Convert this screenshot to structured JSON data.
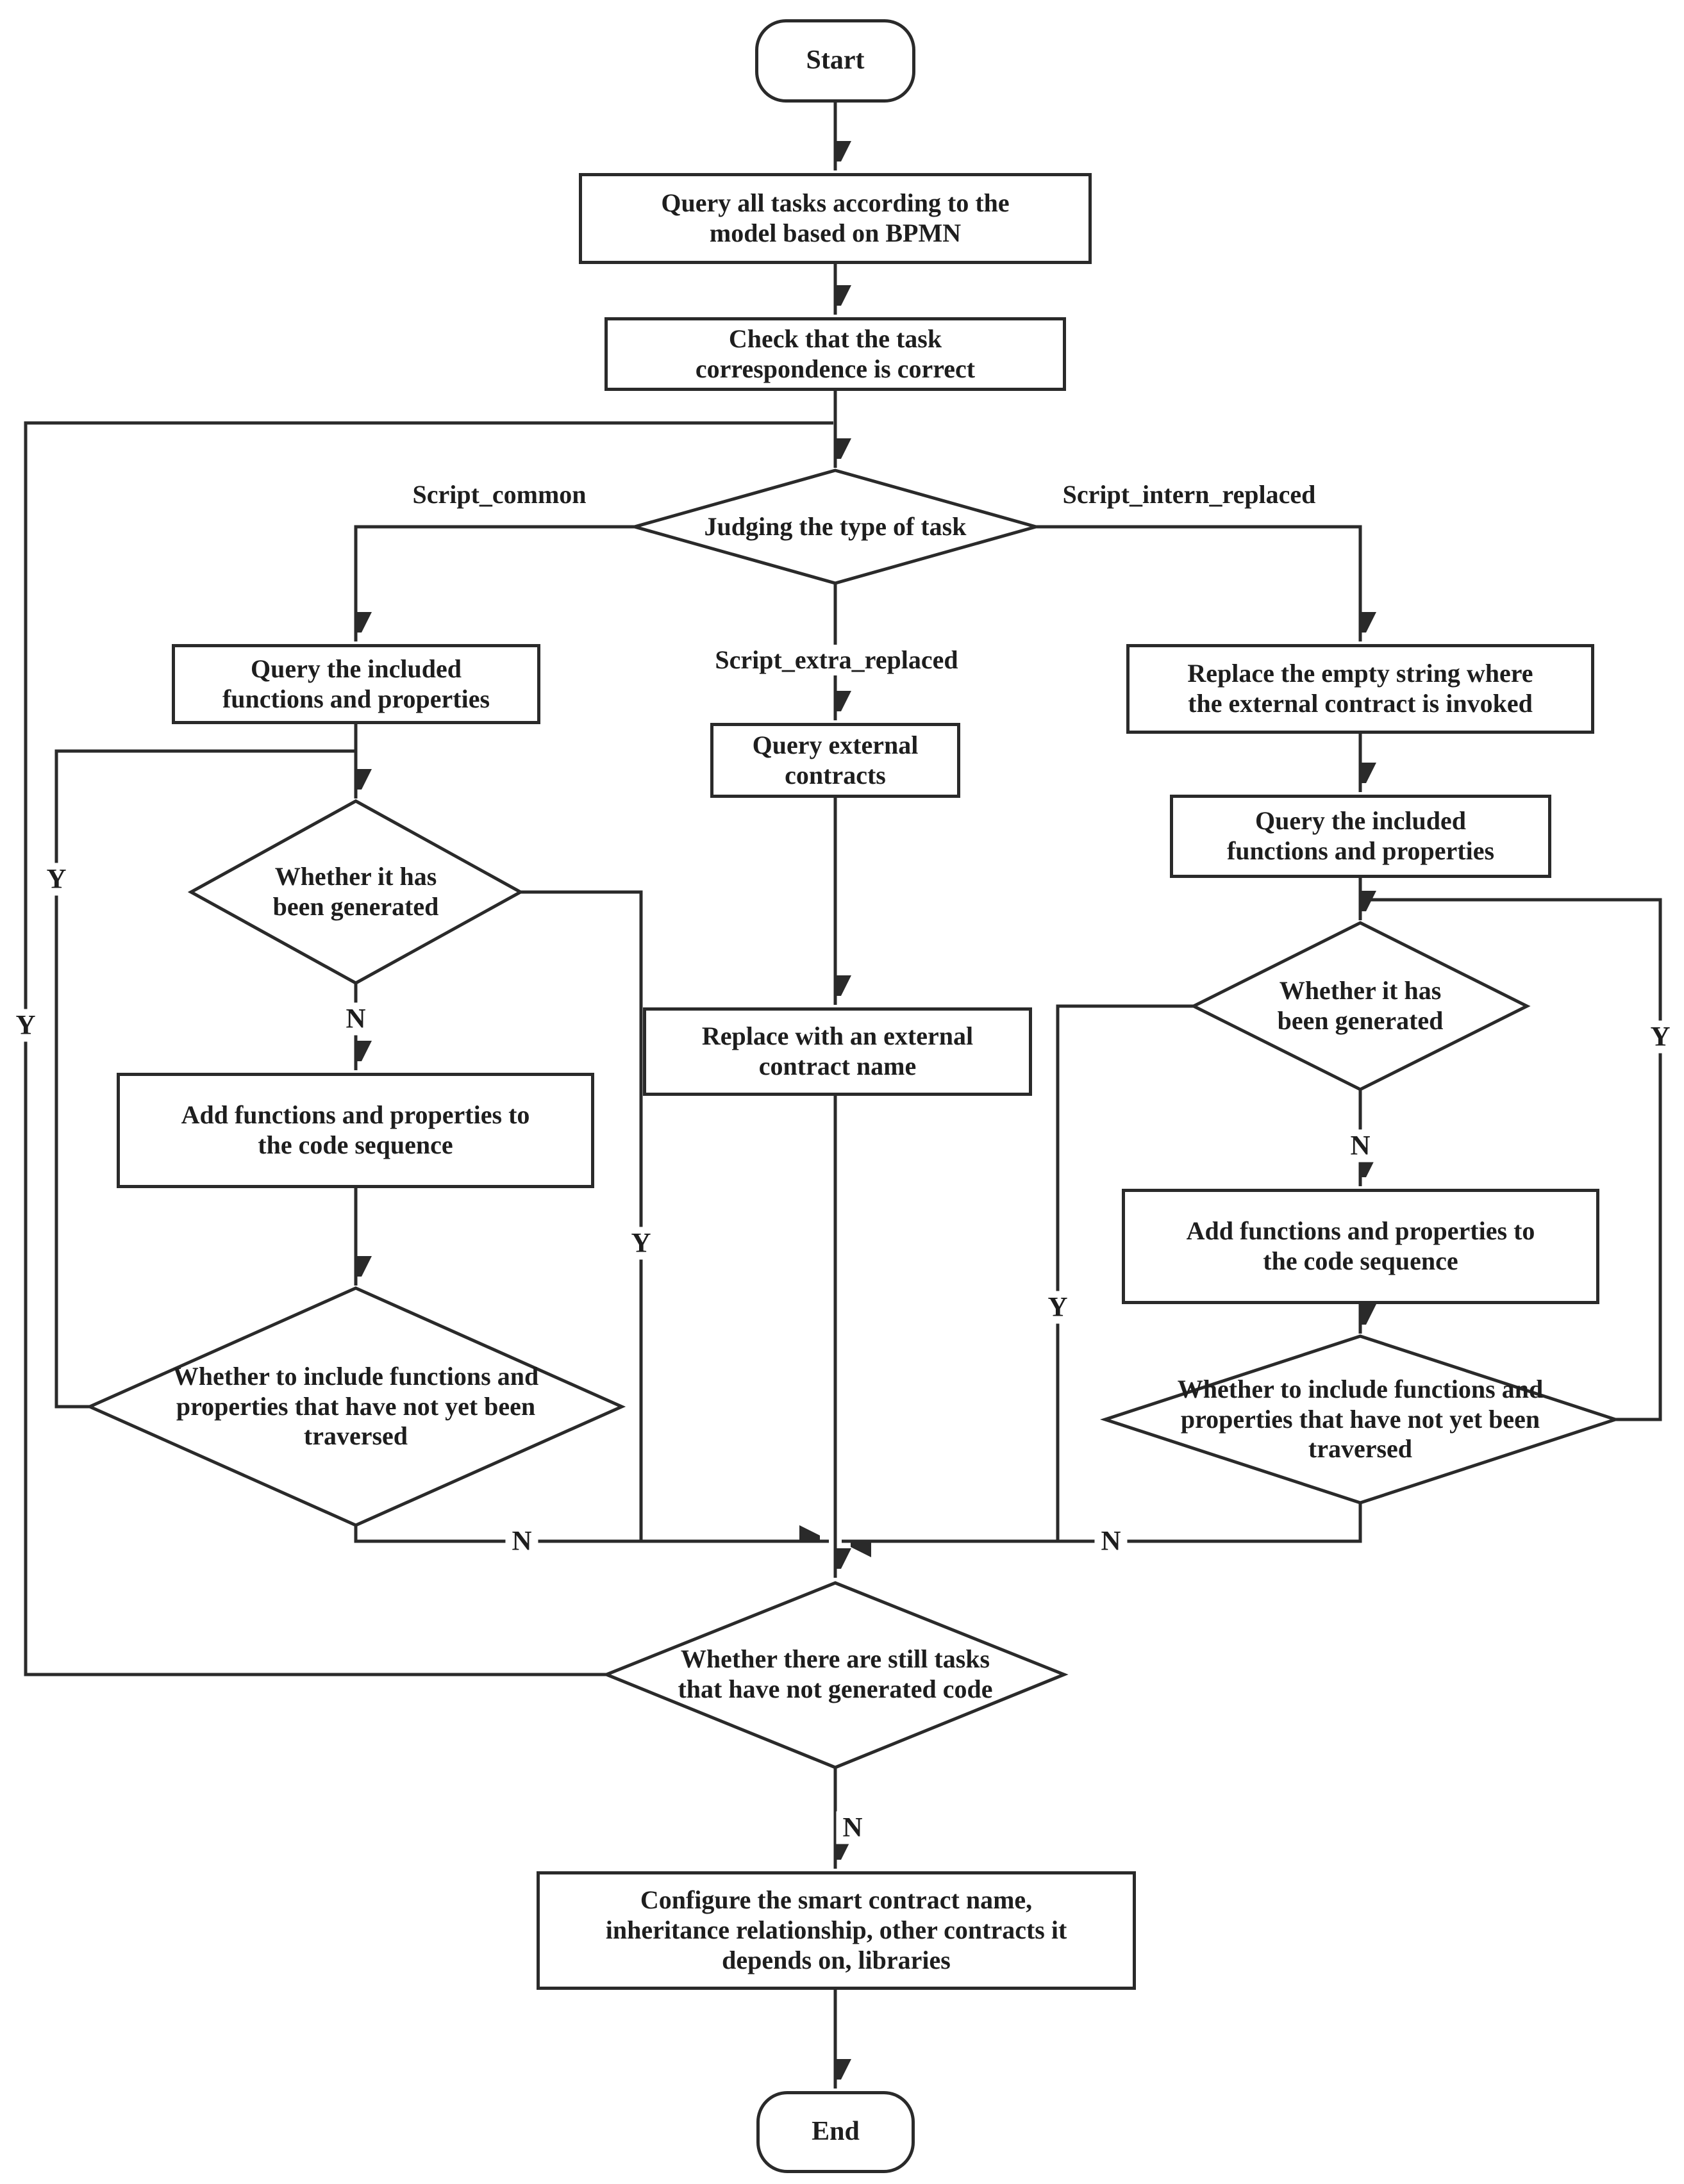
{
  "meta": {
    "type": "flowchart",
    "background_color": "#ffffff",
    "line_color": "#2a2a2a",
    "text_color": "#1e1e1e"
  },
  "labels": {
    "yes": "Y",
    "no": "N"
  },
  "branch_labels": {
    "script_common": "Script_common",
    "script_extra_replaced": "Script_extra_replaced",
    "script_intern_replaced": "Script_intern_replaced"
  },
  "nodes": {
    "start": "Start",
    "query_all_tasks": "Query all tasks according to the\nmodel based on BPMN",
    "check_correspondence": "Check that the task\ncorrespondence is correct",
    "judging_type": "Judging the type of task",
    "left_query_included": "Query the included\nfunctions and properties",
    "left_whether_generated": "Whether it has\nbeen generated",
    "left_add_functions": "Add functions and properties to\nthe code sequence",
    "left_whether_traversed": "Whether to include functions and\nproperties that have not yet been\ntraversed",
    "mid_query_external": "Query external\ncontracts",
    "mid_replace_external": "Replace with an external\ncontract name",
    "right_replace_empty": "Replace the empty string where\nthe external contract is invoked",
    "right_query_included": "Query the included\nfunctions and properties",
    "right_whether_generated": "Whether it has\nbeen generated",
    "right_add_functions": "Add functions and properties to\nthe code sequence",
    "right_whether_traversed": "Whether to include functions and\nproperties that have not yet been\ntraversed",
    "whether_tasks_remaining": "Whether there are still tasks\nthat have not generated code",
    "configure_contract": "Configure the smart contract name,\ninheritance relationship, other contracts it\ndepends on, libraries",
    "end": "End"
  }
}
